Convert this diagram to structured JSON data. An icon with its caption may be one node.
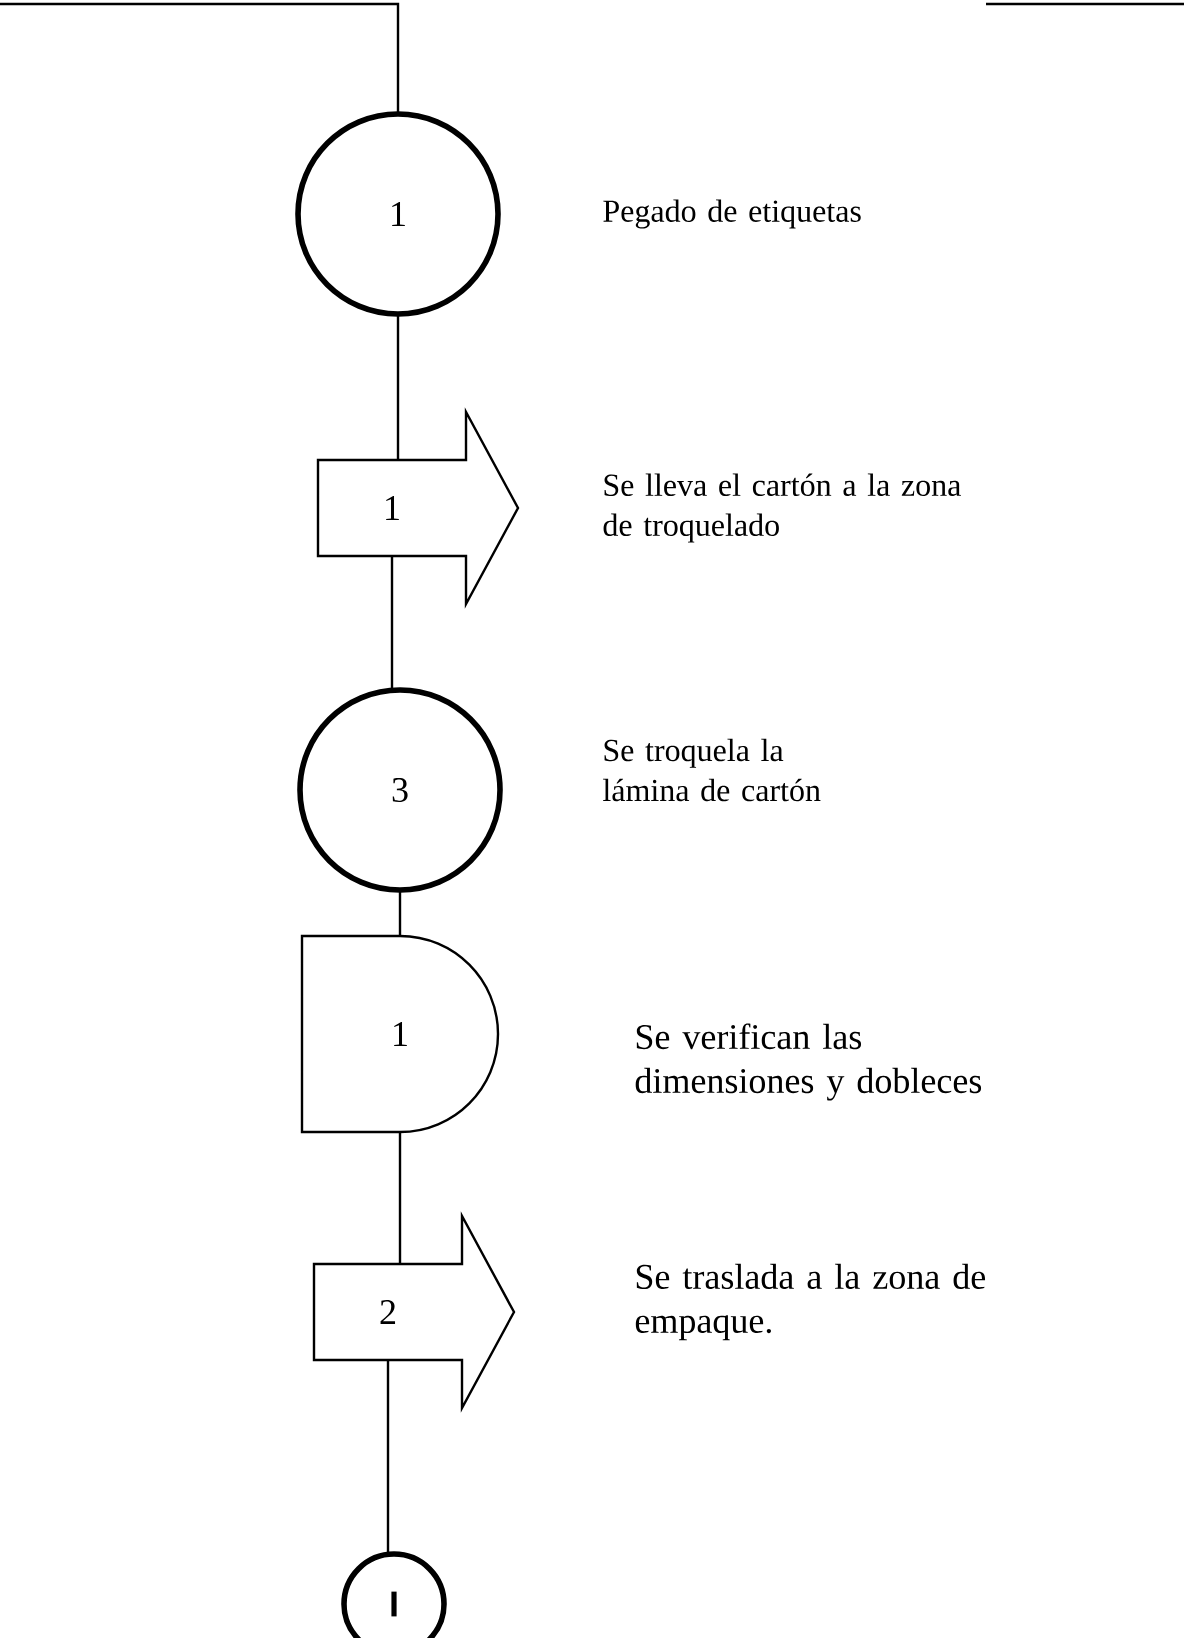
{
  "diagram": {
    "nodes": [
      {
        "text": [
          "1"
        ],
        "beside": [
          "Pegado de etiquetas"
        ]
      },
      {
        "text": [
          "1"
        ],
        "beside": [
          "Se lleva el cartón a la zona de troquelado"
        ]
      },
      {
        "text": [
          "3"
        ],
        "beside": [
          "Se troquela la lámina de cartón"
        ]
      },
      {
        "text": [
          "1"
        ],
        "beside": [
          "Se verifican las dimensiones y dobleces"
        ]
      },
      {
        "text": [
          "2"
        ],
        "beside": [
          "Se traslada a la zona de empaque."
        ]
      },
      {
        "text": [
          "I"
        ]
      }
    ],
    "edges": [
      {
        "from": null,
        "to": 0,
        "arrow": "none"
      },
      {
        "from": 0,
        "to": 1,
        "arrow": "none"
      },
      {
        "from": 1,
        "to": 2,
        "arrow": "none"
      },
      {
        "from": 2,
        "to": 3,
        "arrow": "none"
      },
      {
        "from": 3,
        "to": 4,
        "arrow": "none"
      },
      {
        "from": 4,
        "to": 5,
        "arrow": "none"
      }
    ]
  }
}
